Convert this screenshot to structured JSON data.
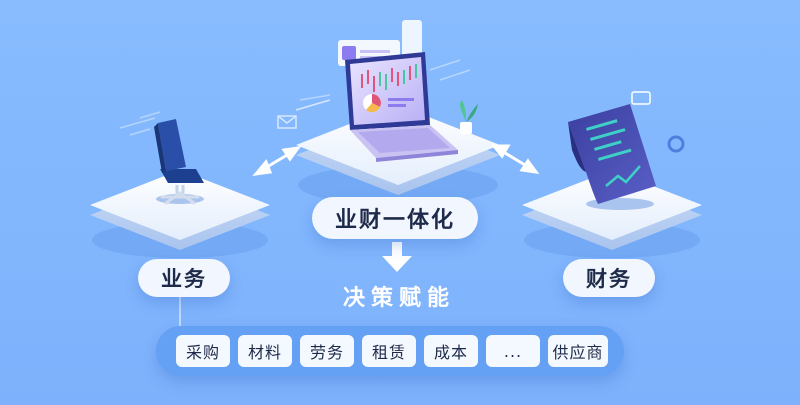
{
  "labels": {
    "business": "业务",
    "center": "业财一体化",
    "finance": "财务",
    "subtitle": "决策赋能"
  },
  "modules": [
    "采购",
    "材料",
    "劳务",
    "租赁",
    "成本",
    "...",
    "供应商"
  ],
  "icons": {
    "business": "office-chair-icon",
    "center": "laptop-dashboard-icon",
    "finance": "document-report-icon"
  },
  "colors": {
    "background": "#7fb4fb",
    "platform": "#f2f7ff",
    "accent": "#2f3a96",
    "pill_text": "#1e2a49"
  }
}
